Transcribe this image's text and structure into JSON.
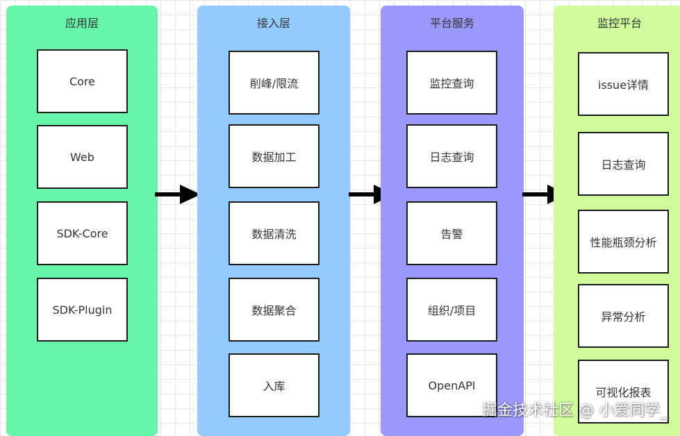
{
  "colors": {
    "lane_app": "#69f5a9",
    "lane_access": "#94cbff",
    "lane_platform": "#9b99fb",
    "lane_monitor": "#d0fc9c",
    "box_border": "#1a1a1a",
    "arrow": "#000000"
  },
  "lanes": [
    {
      "title": "应用层",
      "boxes": [
        "Core",
        "Web",
        "SDK-Core",
        "SDK-Plugin"
      ]
    },
    {
      "title": "接入层",
      "boxes": [
        "削峰/限流",
        "数据加工",
        "数据清洗",
        "数据聚合",
        "入库"
      ]
    },
    {
      "title": "平台服务",
      "boxes": [
        "监控查询",
        "日志查询",
        "告警",
        "组织/项目",
        "OpenAPI"
      ]
    },
    {
      "title": "监控平台",
      "boxes": [
        "issue详情",
        "日志查询",
        "性能瓶颈分析",
        "异常分析",
        "可视化报表"
      ]
    }
  ],
  "arrows": [
    "arrow-right-icon",
    "arrow-right-icon",
    "arrow-right-icon"
  ],
  "watermark": "掘金技术社区 @ 小爱同学_"
}
